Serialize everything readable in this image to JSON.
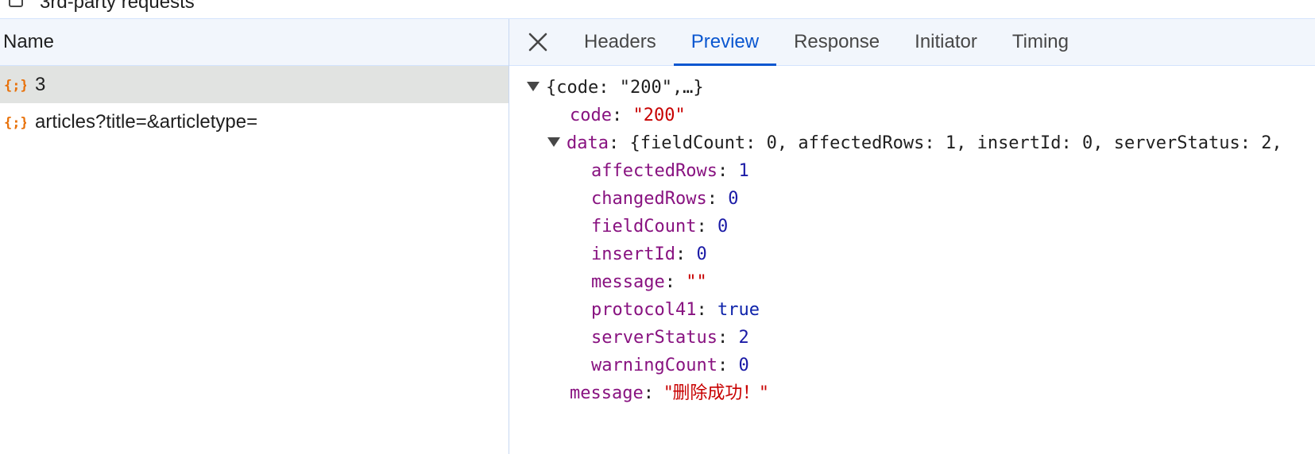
{
  "filter": {
    "third_party_label": "3rd-party requests"
  },
  "requests": {
    "column_name": "Name",
    "items": [
      {
        "name": "3",
        "selected": true
      },
      {
        "name": "articles?title=&articletype=",
        "selected": false
      }
    ]
  },
  "tabs": {
    "items": [
      {
        "label": "Headers"
      },
      {
        "label": "Preview"
      },
      {
        "label": "Response"
      },
      {
        "label": "Initiator"
      },
      {
        "label": "Timing"
      }
    ],
    "active": "Preview"
  },
  "preview": {
    "root_summary": "{code: \"200\",…}",
    "code": {
      "key": "code",
      "value": "\"200\""
    },
    "data": {
      "key": "data",
      "summary": "{fieldCount: 0, affectedRows: 1, insertId: 0, serverStatus: 2,",
      "fields": [
        {
          "key": "affectedRows",
          "value": "1",
          "type": "num"
        },
        {
          "key": "changedRows",
          "value": "0",
          "type": "num"
        },
        {
          "key": "fieldCount",
          "value": "0",
          "type": "num"
        },
        {
          "key": "insertId",
          "value": "0",
          "type": "num"
        },
        {
          "key": "message",
          "value": "\"\"",
          "type": "str"
        },
        {
          "key": "protocol41",
          "value": "true",
          "type": "bool"
        },
        {
          "key": "serverStatus",
          "value": "2",
          "type": "num"
        },
        {
          "key": "warningCount",
          "value": "0",
          "type": "num"
        }
      ]
    },
    "message": {
      "key": "message",
      "value": "\"删除成功！\""
    }
  },
  "colors": {
    "accent": "#0b57d0",
    "json_icon": "#e8710a",
    "key": "#881280",
    "string": "#c80000",
    "number": "#1a1aa6"
  }
}
